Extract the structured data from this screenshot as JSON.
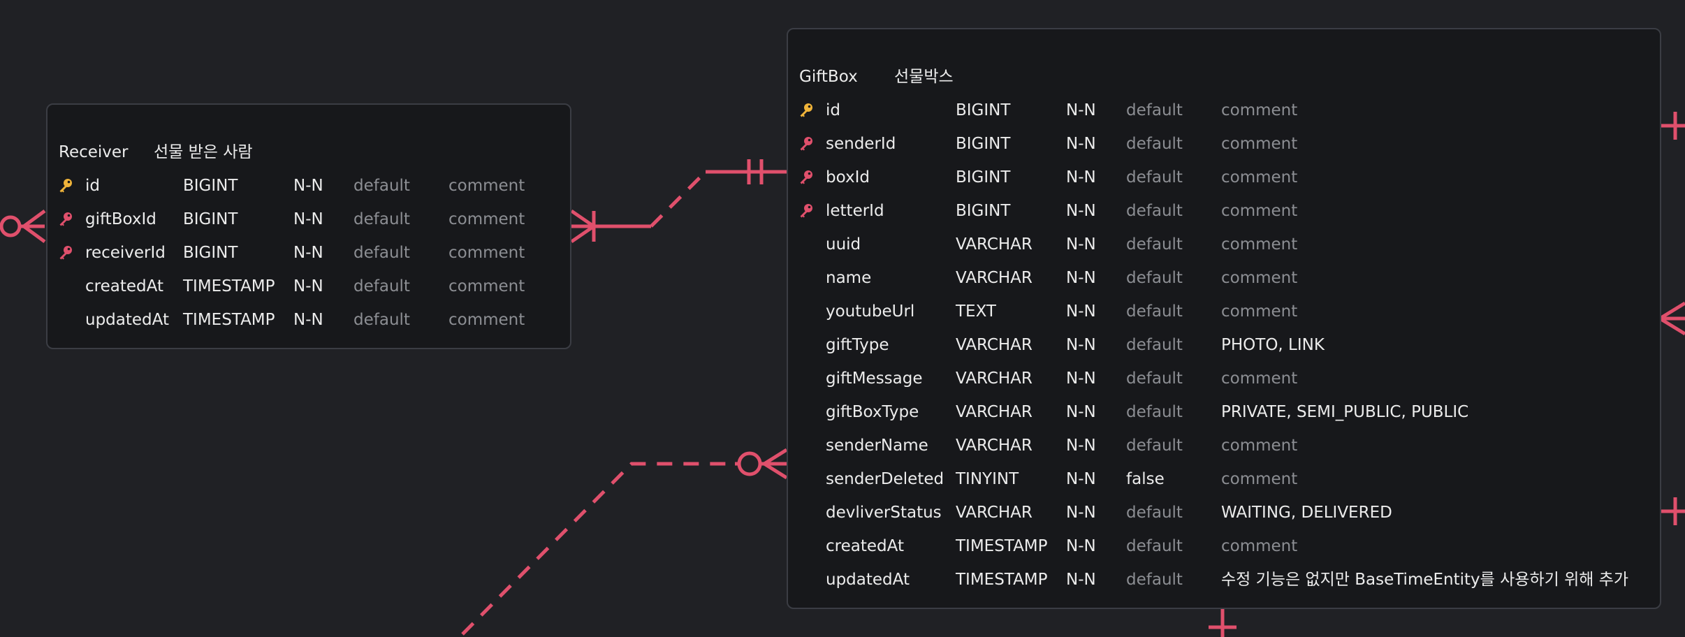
{
  "colors": {
    "background": "#202125",
    "panel": "#17181b",
    "panel_border": "#3b3d44",
    "text": "#ececec",
    "muted": "#8c8e93",
    "relation": "#e0506c",
    "primary_key": "#f0b43a",
    "foreign_key": "#e0506c"
  },
  "entities": {
    "receiver": {
      "name": "Receiver",
      "label": "선물 받은 사람",
      "columns": [
        {
          "key": "pk",
          "name": "id",
          "type": "BIGINT",
          "nullable": "N-N",
          "default": "default",
          "comment": "comment"
        },
        {
          "key": "fk",
          "name": "giftBoxId",
          "type": "BIGINT",
          "nullable": "N-N",
          "default": "default",
          "comment": "comment"
        },
        {
          "key": "fk",
          "name": "receiverId",
          "type": "BIGINT",
          "nullable": "N-N",
          "default": "default",
          "comment": "comment"
        },
        {
          "key": "",
          "name": "createdAt",
          "type": "TIMESTAMP",
          "nullable": "N-N",
          "default": "default",
          "comment": "comment"
        },
        {
          "key": "",
          "name": "updatedAt",
          "type": "TIMESTAMP",
          "nullable": "N-N",
          "default": "default",
          "comment": "comment"
        }
      ]
    },
    "giftbox": {
      "name": "GiftBox",
      "label": "선물박스",
      "columns": [
        {
          "key": "pk",
          "name": "id",
          "type": "BIGINT",
          "nullable": "N-N",
          "default": "default",
          "comment": "comment"
        },
        {
          "key": "fk",
          "name": "senderId",
          "type": "BIGINT",
          "nullable": "N-N",
          "default": "default",
          "comment": "comment"
        },
        {
          "key": "fk",
          "name": "boxId",
          "type": "BIGINT",
          "nullable": "N-N",
          "default": "default",
          "comment": "comment"
        },
        {
          "key": "fk",
          "name": "letterId",
          "type": "BIGINT",
          "nullable": "N-N",
          "default": "default",
          "comment": "comment"
        },
        {
          "key": "",
          "name": "uuid",
          "type": "VARCHAR",
          "nullable": "N-N",
          "default": "default",
          "comment": "comment"
        },
        {
          "key": "",
          "name": "name",
          "type": "VARCHAR",
          "nullable": "N-N",
          "default": "default",
          "comment": "comment"
        },
        {
          "key": "",
          "name": "youtubeUrl",
          "type": "TEXT",
          "nullable": "N-N",
          "default": "default",
          "comment": "comment"
        },
        {
          "key": "",
          "name": "giftType",
          "type": "VARCHAR",
          "nullable": "N-N",
          "default": "default",
          "comment": "PHOTO, LINK"
        },
        {
          "key": "",
          "name": "giftMessage",
          "type": "VARCHAR",
          "nullable": "N-N",
          "default": "default",
          "comment": "comment"
        },
        {
          "key": "",
          "name": "giftBoxType",
          "type": "VARCHAR",
          "nullable": "N-N",
          "default": "default",
          "comment": "PRIVATE, SEMI_PUBLIC, PUBLIC"
        },
        {
          "key": "",
          "name": "senderName",
          "type": "VARCHAR",
          "nullable": "N-N",
          "default": "default",
          "comment": "comment"
        },
        {
          "key": "",
          "name": "senderDeleted",
          "type": "TINYINT",
          "nullable": "N-N",
          "default": "false",
          "comment": "comment"
        },
        {
          "key": "",
          "name": "devliverStatus",
          "type": "VARCHAR",
          "nullable": "N-N",
          "default": "default",
          "comment": "WAITING, DELIVERED"
        },
        {
          "key": "",
          "name": "createdAt",
          "type": "TIMESTAMP",
          "nullable": "N-N",
          "default": "default",
          "comment": "comment"
        },
        {
          "key": "",
          "name": "updatedAt",
          "type": "TIMESTAMP",
          "nullable": "N-N",
          "default": "default",
          "comment": "수정 기능은 없지만 BaseTimeEntity를 사용하기 위해 추가"
        }
      ]
    }
  }
}
